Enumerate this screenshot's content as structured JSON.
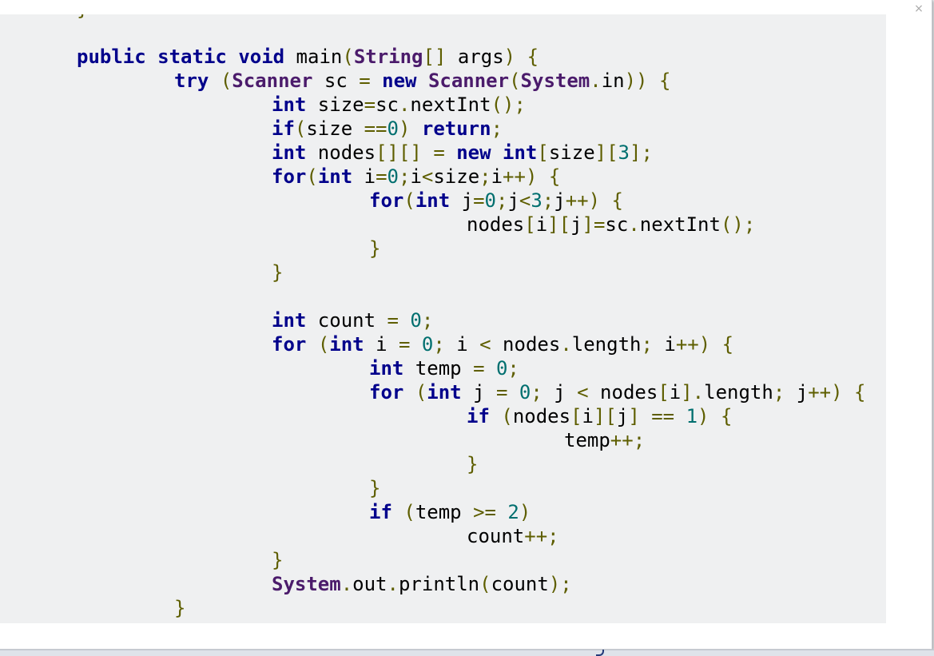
{
  "dialog": {
    "close_glyph": "×"
  },
  "code": {
    "indent_unit": "    ",
    "lines": [
      {
        "indent": 1,
        "tokens": [
          {
            "t": "}",
            "c": "pn"
          }
        ]
      },
      {
        "indent": 0,
        "tokens": []
      },
      {
        "indent": 1,
        "tokens": [
          {
            "t": "public",
            "c": "kw"
          },
          {
            "t": " ",
            "c": "id"
          },
          {
            "t": "static",
            "c": "kw"
          },
          {
            "t": " ",
            "c": "id"
          },
          {
            "t": "void",
            "c": "kw"
          },
          {
            "t": " main",
            "c": "id"
          },
          {
            "t": "(",
            "c": "pn"
          },
          {
            "t": "String",
            "c": "ty"
          },
          {
            "t": "[]",
            "c": "pn"
          },
          {
            "t": " args",
            "c": "id"
          },
          {
            "t": ")",
            "c": "pn"
          },
          {
            "t": " {",
            "c": "pn"
          }
        ]
      },
      {
        "indent": 2,
        "tokens": [
          {
            "t": "try",
            "c": "kw"
          },
          {
            "t": " ",
            "c": "id"
          },
          {
            "t": "(",
            "c": "pn"
          },
          {
            "t": "Scanner",
            "c": "ty"
          },
          {
            "t": " sc ",
            "c": "id"
          },
          {
            "t": "=",
            "c": "pn"
          },
          {
            "t": " ",
            "c": "id"
          },
          {
            "t": "new",
            "c": "kw"
          },
          {
            "t": " ",
            "c": "id"
          },
          {
            "t": "Scanner",
            "c": "ty"
          },
          {
            "t": "(",
            "c": "pn"
          },
          {
            "t": "System",
            "c": "ty"
          },
          {
            "t": ".",
            "c": "pn"
          },
          {
            "t": "in",
            "c": "id"
          },
          {
            "t": "))",
            "c": "pn"
          },
          {
            "t": " {",
            "c": "pn"
          }
        ]
      },
      {
        "indent": 3,
        "tokens": [
          {
            "t": "int",
            "c": "kw"
          },
          {
            "t": " size",
            "c": "id"
          },
          {
            "t": "=",
            "c": "pn"
          },
          {
            "t": "sc",
            "c": "id"
          },
          {
            "t": ".",
            "c": "pn"
          },
          {
            "t": "nextInt",
            "c": "id"
          },
          {
            "t": "();",
            "c": "pn"
          }
        ]
      },
      {
        "indent": 3,
        "tokens": [
          {
            "t": "if",
            "c": "kw"
          },
          {
            "t": "(",
            "c": "pn"
          },
          {
            "t": "size ",
            "c": "id"
          },
          {
            "t": "==",
            "c": "pn"
          },
          {
            "t": "0",
            "c": "nm"
          },
          {
            "t": ")",
            "c": "pn"
          },
          {
            "t": " ",
            "c": "id"
          },
          {
            "t": "return",
            "c": "kw"
          },
          {
            "t": ";",
            "c": "pn"
          }
        ]
      },
      {
        "indent": 3,
        "tokens": [
          {
            "t": "int",
            "c": "kw"
          },
          {
            "t": " nodes",
            "c": "id"
          },
          {
            "t": "[][]",
            "c": "pn"
          },
          {
            "t": " ",
            "c": "id"
          },
          {
            "t": "=",
            "c": "pn"
          },
          {
            "t": " ",
            "c": "id"
          },
          {
            "t": "new",
            "c": "kw"
          },
          {
            "t": " ",
            "c": "id"
          },
          {
            "t": "int",
            "c": "kw"
          },
          {
            "t": "[",
            "c": "pn"
          },
          {
            "t": "size",
            "c": "id"
          },
          {
            "t": "][",
            "c": "pn"
          },
          {
            "t": "3",
            "c": "nm"
          },
          {
            "t": "];",
            "c": "pn"
          }
        ]
      },
      {
        "indent": 3,
        "tokens": [
          {
            "t": "for",
            "c": "kw"
          },
          {
            "t": "(",
            "c": "pn"
          },
          {
            "t": "int",
            "c": "kw"
          },
          {
            "t": " i",
            "c": "id"
          },
          {
            "t": "=",
            "c": "pn"
          },
          {
            "t": "0",
            "c": "nm"
          },
          {
            "t": ";",
            "c": "pn"
          },
          {
            "t": "i",
            "c": "id"
          },
          {
            "t": "<",
            "c": "pn"
          },
          {
            "t": "size",
            "c": "id"
          },
          {
            "t": ";",
            "c": "pn"
          },
          {
            "t": "i",
            "c": "id"
          },
          {
            "t": "++)",
            "c": "pn"
          },
          {
            "t": " {",
            "c": "pn"
          }
        ]
      },
      {
        "indent": 4,
        "tokens": [
          {
            "t": "for",
            "c": "kw"
          },
          {
            "t": "(",
            "c": "pn"
          },
          {
            "t": "int",
            "c": "kw"
          },
          {
            "t": " j",
            "c": "id"
          },
          {
            "t": "=",
            "c": "pn"
          },
          {
            "t": "0",
            "c": "nm"
          },
          {
            "t": ";",
            "c": "pn"
          },
          {
            "t": "j",
            "c": "id"
          },
          {
            "t": "<",
            "c": "pn"
          },
          {
            "t": "3",
            "c": "nm"
          },
          {
            "t": ";",
            "c": "pn"
          },
          {
            "t": "j",
            "c": "id"
          },
          {
            "t": "++)",
            "c": "pn"
          },
          {
            "t": " {",
            "c": "pn"
          }
        ]
      },
      {
        "indent": 5,
        "tokens": [
          {
            "t": "nodes",
            "c": "id"
          },
          {
            "t": "[",
            "c": "pn"
          },
          {
            "t": "i",
            "c": "id"
          },
          {
            "t": "][",
            "c": "pn"
          },
          {
            "t": "j",
            "c": "id"
          },
          {
            "t": "]=",
            "c": "pn"
          },
          {
            "t": "sc",
            "c": "id"
          },
          {
            "t": ".",
            "c": "pn"
          },
          {
            "t": "nextInt",
            "c": "id"
          },
          {
            "t": "();",
            "c": "pn"
          }
        ]
      },
      {
        "indent": 4,
        "tokens": [
          {
            "t": "}",
            "c": "pn"
          }
        ]
      },
      {
        "indent": 3,
        "tokens": [
          {
            "t": "}",
            "c": "pn"
          }
        ]
      },
      {
        "indent": 0,
        "tokens": []
      },
      {
        "indent": 3,
        "tokens": [
          {
            "t": "int",
            "c": "kw"
          },
          {
            "t": " count ",
            "c": "id"
          },
          {
            "t": "=",
            "c": "pn"
          },
          {
            "t": " ",
            "c": "id"
          },
          {
            "t": "0",
            "c": "nm"
          },
          {
            "t": ";",
            "c": "pn"
          }
        ]
      },
      {
        "indent": 3,
        "tokens": [
          {
            "t": "for",
            "c": "kw"
          },
          {
            "t": " ",
            "c": "id"
          },
          {
            "t": "(",
            "c": "pn"
          },
          {
            "t": "int",
            "c": "kw"
          },
          {
            "t": " i ",
            "c": "id"
          },
          {
            "t": "=",
            "c": "pn"
          },
          {
            "t": " ",
            "c": "id"
          },
          {
            "t": "0",
            "c": "nm"
          },
          {
            "t": ";",
            "c": "pn"
          },
          {
            "t": " i ",
            "c": "id"
          },
          {
            "t": "<",
            "c": "pn"
          },
          {
            "t": " nodes",
            "c": "id"
          },
          {
            "t": ".",
            "c": "pn"
          },
          {
            "t": "length",
            "c": "id"
          },
          {
            "t": ";",
            "c": "pn"
          },
          {
            "t": " i",
            "c": "id"
          },
          {
            "t": "++)",
            "c": "pn"
          },
          {
            "t": " {",
            "c": "pn"
          }
        ]
      },
      {
        "indent": 4,
        "tokens": [
          {
            "t": "int",
            "c": "kw"
          },
          {
            "t": " temp ",
            "c": "id"
          },
          {
            "t": "=",
            "c": "pn"
          },
          {
            "t": " ",
            "c": "id"
          },
          {
            "t": "0",
            "c": "nm"
          },
          {
            "t": ";",
            "c": "pn"
          }
        ]
      },
      {
        "indent": 4,
        "tokens": [
          {
            "t": "for",
            "c": "kw"
          },
          {
            "t": " ",
            "c": "id"
          },
          {
            "t": "(",
            "c": "pn"
          },
          {
            "t": "int",
            "c": "kw"
          },
          {
            "t": " j ",
            "c": "id"
          },
          {
            "t": "=",
            "c": "pn"
          },
          {
            "t": " ",
            "c": "id"
          },
          {
            "t": "0",
            "c": "nm"
          },
          {
            "t": ";",
            "c": "pn"
          },
          {
            "t": " j ",
            "c": "id"
          },
          {
            "t": "<",
            "c": "pn"
          },
          {
            "t": " nodes",
            "c": "id"
          },
          {
            "t": "[",
            "c": "pn"
          },
          {
            "t": "i",
            "c": "id"
          },
          {
            "t": "].",
            "c": "pn"
          },
          {
            "t": "length",
            "c": "id"
          },
          {
            "t": ";",
            "c": "pn"
          },
          {
            "t": " j",
            "c": "id"
          },
          {
            "t": "++)",
            "c": "pn"
          },
          {
            "t": " {",
            "c": "pn"
          }
        ]
      },
      {
        "indent": 5,
        "tokens": [
          {
            "t": "if",
            "c": "kw"
          },
          {
            "t": " ",
            "c": "id"
          },
          {
            "t": "(",
            "c": "pn"
          },
          {
            "t": "nodes",
            "c": "id"
          },
          {
            "t": "[",
            "c": "pn"
          },
          {
            "t": "i",
            "c": "id"
          },
          {
            "t": "][",
            "c": "pn"
          },
          {
            "t": "j",
            "c": "id"
          },
          {
            "t": "]",
            "c": "pn"
          },
          {
            "t": " ",
            "c": "id"
          },
          {
            "t": "==",
            "c": "pn"
          },
          {
            "t": " ",
            "c": "id"
          },
          {
            "t": "1",
            "c": "nm"
          },
          {
            "t": ")",
            "c": "pn"
          },
          {
            "t": " {",
            "c": "pn"
          }
        ]
      },
      {
        "indent": 6,
        "tokens": [
          {
            "t": "temp",
            "c": "id"
          },
          {
            "t": "++;",
            "c": "pn"
          }
        ]
      },
      {
        "indent": 5,
        "tokens": [
          {
            "t": "}",
            "c": "pn"
          }
        ]
      },
      {
        "indent": 4,
        "tokens": [
          {
            "t": "}",
            "c": "pn"
          }
        ]
      },
      {
        "indent": 4,
        "tokens": [
          {
            "t": "if",
            "c": "kw"
          },
          {
            "t": " ",
            "c": "id"
          },
          {
            "t": "(",
            "c": "pn"
          },
          {
            "t": "temp ",
            "c": "id"
          },
          {
            "t": ">=",
            "c": "pn"
          },
          {
            "t": " ",
            "c": "id"
          },
          {
            "t": "2",
            "c": "nm"
          },
          {
            "t": ")",
            "c": "pn"
          }
        ]
      },
      {
        "indent": 5,
        "tokens": [
          {
            "t": "count",
            "c": "id"
          },
          {
            "t": "++;",
            "c": "pn"
          }
        ]
      },
      {
        "indent": 3,
        "tokens": [
          {
            "t": "}",
            "c": "pn"
          }
        ]
      },
      {
        "indent": 3,
        "tokens": [
          {
            "t": "System",
            "c": "ty"
          },
          {
            "t": ".",
            "c": "pn"
          },
          {
            "t": "out",
            "c": "id"
          },
          {
            "t": ".",
            "c": "pn"
          },
          {
            "t": "println",
            "c": "id"
          },
          {
            "t": "(",
            "c": "pn"
          },
          {
            "t": "count",
            "c": "id"
          },
          {
            "t": ");",
            "c": "pn"
          }
        ]
      },
      {
        "indent": 2,
        "tokens": [
          {
            "t": "}",
            "c": "pn"
          }
        ]
      },
      {
        "indent": 1,
        "tokens": [
          {
            "t": "}",
            "c": "pn"
          }
        ]
      }
    ]
  },
  "colors": {
    "keyword": "#00008b",
    "type": "#4b1b6b",
    "punctuation": "#5e5e00",
    "number": "#006f6f",
    "code_background": "#eff0f1"
  }
}
